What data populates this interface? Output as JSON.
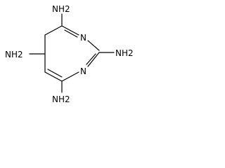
{
  "molecule": {
    "ring_atoms": [
      {
        "id": "n1",
        "label": "N"
      },
      {
        "id": "n3",
        "label": "N"
      }
    ],
    "substituents": [
      {
        "id": "nh2-c4",
        "label": "NH2"
      },
      {
        "id": "nh2-c5",
        "label": "NH2"
      },
      {
        "id": "nh2-c6",
        "label": "NH2"
      },
      {
        "id": "nh2-c2",
        "label": "NH2"
      }
    ]
  }
}
